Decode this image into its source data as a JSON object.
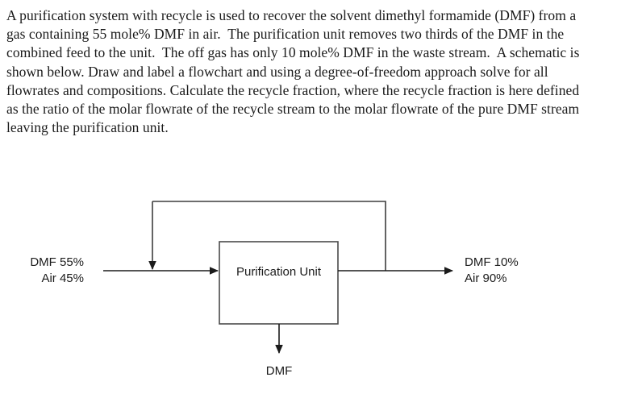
{
  "problem": {
    "text": "A purification system with recycle is used to recover the solvent dimethyl formamide (DMF) from a gas containing 55 mole% DMF in air.  The purification unit removes two thirds of the DMF in the combined feed to the unit.  The off gas has only 10 mole% DMF in the waste stream.  A schematic is shown below. Draw and label a flowchart and using a degree-of-freedom approach solve for all flowrates and compositions. Calculate the recycle fraction, where the recycle fraction is here defined as the ratio of the molar flowrate of the recycle stream to the molar flowrate of the pure DMF stream leaving the purification unit."
  },
  "diagram": {
    "unit": {
      "label": "Purification Unit"
    },
    "feed": {
      "line1": "DMF 55%",
      "line2": "Air 45%"
    },
    "offgas": {
      "line1": "DMF 10%",
      "line2": "Air 90%"
    },
    "product": {
      "label": "DMF"
    },
    "colors": {
      "line": "#1b1b1b",
      "box_border": "#4a4a4a",
      "text": "#1b1b1b",
      "background": "#ffffff"
    }
  }
}
